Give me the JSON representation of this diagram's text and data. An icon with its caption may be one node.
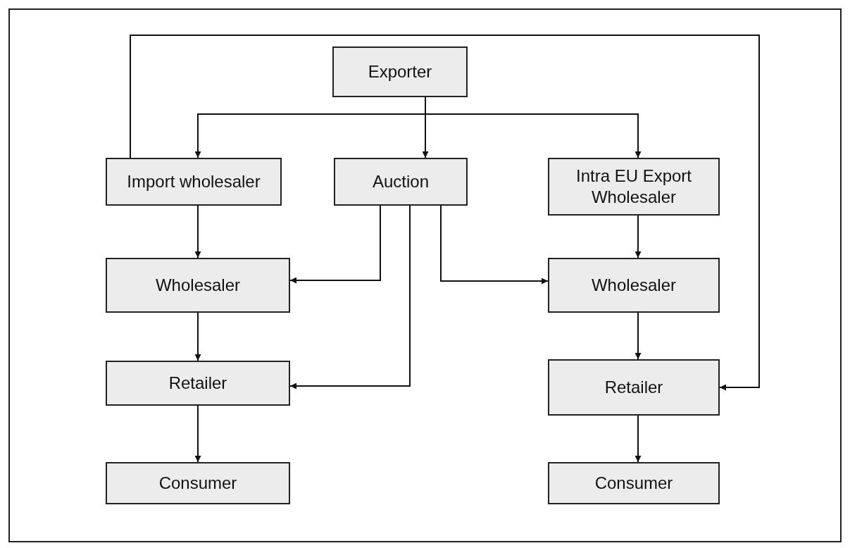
{
  "diagram": {
    "nodes": [
      {
        "text": [
          "Exporter"
        ]
      },
      {
        "text": [
          "Import wholesaler"
        ]
      },
      {
        "text": [
          "Auction"
        ]
      },
      {
        "text": [
          "Intra EU Export Wholesaler"
        ]
      },
      {
        "text": [
          "Wholesaler"
        ]
      },
      {
        "text": [
          "Wholesaler"
        ]
      },
      {
        "text": [
          "Retailer"
        ]
      },
      {
        "text": [
          "Retailer"
        ]
      },
      {
        "text": [
          "Consumer"
        ]
      },
      {
        "text": [
          "Consumer"
        ]
      }
    ],
    "edges": [
      {
        "from": 0,
        "to": 1,
        "arrow": "to"
      },
      {
        "from": 0,
        "to": 2,
        "arrow": "to"
      },
      {
        "from": 0,
        "to": 3,
        "arrow": "to"
      },
      {
        "from": 1,
        "to": 4,
        "arrow": "to"
      },
      {
        "from": 1,
        "to": 7,
        "arrow": "to"
      },
      {
        "from": 2,
        "to": 4,
        "arrow": "to"
      },
      {
        "from": 2,
        "to": 5,
        "arrow": "to"
      },
      {
        "from": 2,
        "to": 6,
        "arrow": "to"
      },
      {
        "from": 3,
        "to": 5,
        "arrow": "to"
      },
      {
        "from": 4,
        "to": 6,
        "arrow": "to"
      },
      {
        "from": 5,
        "to": 7,
        "arrow": "to"
      },
      {
        "from": 6,
        "to": 8,
        "arrow": "to"
      },
      {
        "from": 7,
        "to": 9,
        "arrow": "to"
      }
    ]
  }
}
